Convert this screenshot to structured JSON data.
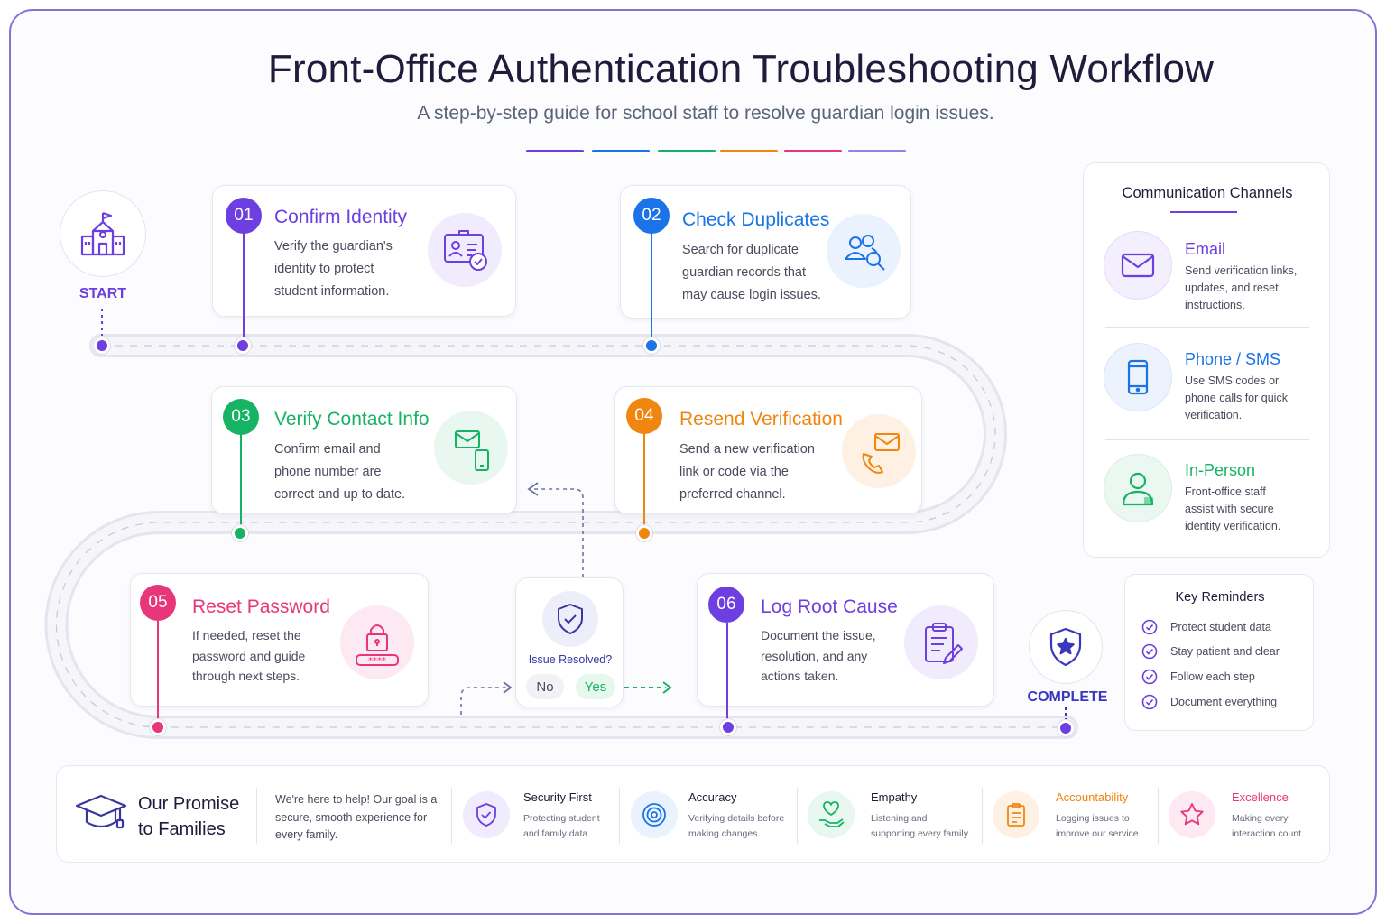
{
  "header": {
    "title": "Front-Office Authentication Troubleshooting Workflow",
    "subtitle": "A step-by-step guide for school staff to resolve guardian login issues.",
    "accent_colors": [
      "#6d3fe0",
      "#1a73e8",
      "#16b364",
      "#f0860f",
      "#e8367a",
      "#9b7ee6"
    ]
  },
  "start_label": "START",
  "complete_label": "COMPLETE",
  "steps": [
    {
      "number": "01",
      "title": "Confirm Identity",
      "description": "Verify the guardian's identity to protect student information.",
      "color": "#6d3fe0",
      "icon": "id-card-check-icon"
    },
    {
      "number": "02",
      "title": "Check Duplicates",
      "description": "Search for duplicate guardian records that may cause login issues.",
      "color": "#1a73e8",
      "icon": "users-search-icon"
    },
    {
      "number": "03",
      "title": "Verify Contact Info",
      "description": "Confirm email and phone number are correct and up to date.",
      "color": "#16b364",
      "icon": "mail-phone-icon"
    },
    {
      "number": "04",
      "title": "Resend Verification",
      "description": "Send a new verification link or code via the preferred channel.",
      "color": "#f0860f",
      "icon": "mail-call-icon"
    },
    {
      "number": "05",
      "title": "Reset Password",
      "description": "If needed, reset the password and guide through next steps.",
      "color": "#e8367a",
      "icon": "lock-password-icon"
    },
    {
      "number": "06",
      "title": "Log Root Cause",
      "description": "Document the issue, resolution, and any actions taken.",
      "color": "#6d3fe0",
      "icon": "clipboard-edit-icon"
    }
  ],
  "decision": {
    "label": "Issue Resolved?",
    "no_label": "No",
    "yes_label": "Yes"
  },
  "channels": {
    "title": "Communication Channels",
    "items": [
      {
        "title": "Email",
        "description": "Send verification links, updates, and reset instructions.",
        "color": "#6d3fe0"
      },
      {
        "title": "Phone / SMS",
        "description": "Use SMS codes or phone calls for quick verification.",
        "color": "#1a73e8"
      },
      {
        "title": "In-Person",
        "description": "Front-office staff assist with secure identity verification.",
        "color": "#16b364"
      }
    ]
  },
  "reminders": {
    "title": "Key Reminders",
    "items": [
      "Protect student data",
      "Stay patient and clear",
      "Follow each step",
      "Document everything"
    ]
  },
  "footer": {
    "promise_title": "Our Promise to Families",
    "promise_description": "We're here to help! Our goal is a secure, smooth experience for every family.",
    "values": [
      {
        "title": "Security First",
        "description": "Protecting student and family data.",
        "color": "#6d3fe0"
      },
      {
        "title": "Accuracy",
        "description": "Verifying details before making changes.",
        "color": "#1a73e8"
      },
      {
        "title": "Empathy",
        "description": "Listening and supporting every family.",
        "color": "#16b364"
      },
      {
        "title": "Accountability",
        "description": "Logging issues to improve our service.",
        "color": "#f0860f"
      },
      {
        "title": "Excellence",
        "description": "Making every interaction count.",
        "color": "#e8367a"
      }
    ]
  }
}
